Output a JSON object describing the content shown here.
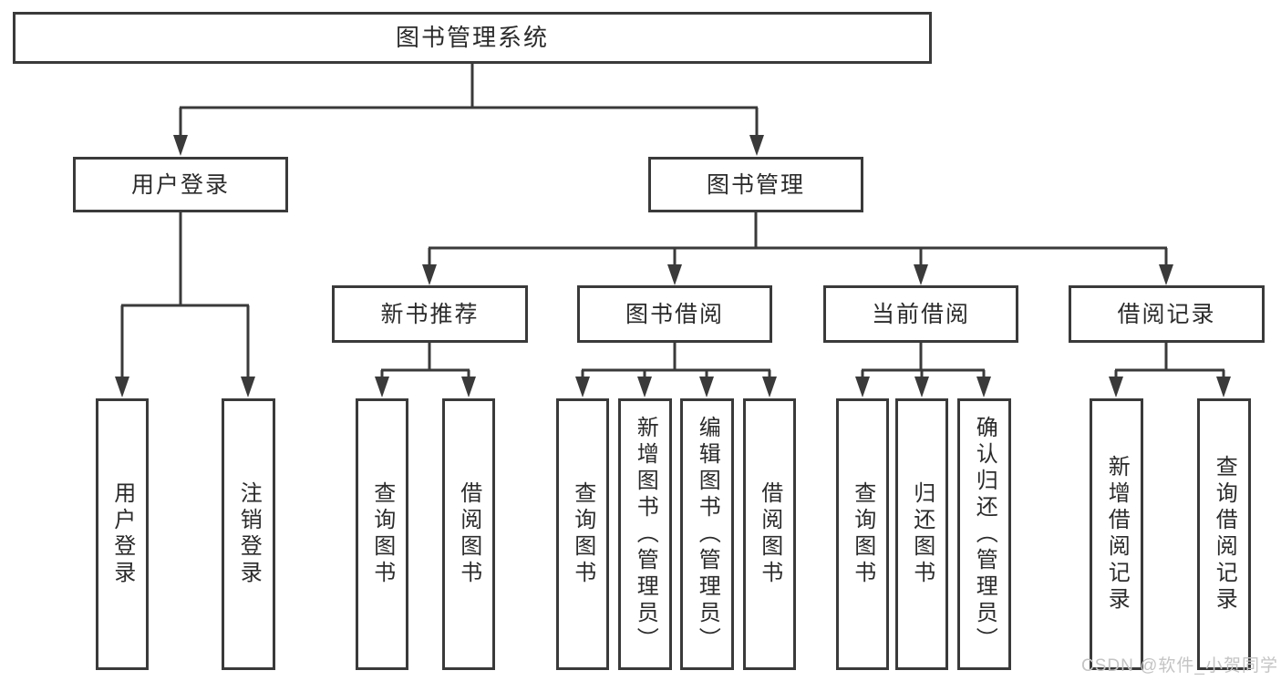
{
  "diagram": {
    "root": {
      "label": "图书管理系统"
    },
    "branches": [
      {
        "label": "用户登录",
        "children": [
          {
            "label": "用户登录"
          },
          {
            "label": "注销登录"
          }
        ]
      },
      {
        "label": "图书管理",
        "children": [
          {
            "label": "新书推荐",
            "children": [
              {
                "label": "查询图书"
              },
              {
                "label": "借阅图书"
              }
            ]
          },
          {
            "label": "图书借阅",
            "children": [
              {
                "label": "查询图书"
              },
              {
                "label": "新增图书（管理员）"
              },
              {
                "label": "编辑图书（管理员）"
              },
              {
                "label": "借阅图书"
              }
            ]
          },
          {
            "label": "当前借阅",
            "children": [
              {
                "label": "查询图书"
              },
              {
                "label": "归还图书"
              },
              {
                "label": "确认归还（管理员）"
              }
            ]
          },
          {
            "label": "借阅记录",
            "children": [
              {
                "label": "新增借阅记录"
              },
              {
                "label": "查询借阅记录"
              }
            ]
          }
        ]
      }
    ]
  },
  "watermark": {
    "text": "CSDN @软件_小贺同学"
  },
  "colors": {
    "line": "#3a3a3a",
    "box_border": "#3a3a3a",
    "text": "#2b2b2b",
    "watermark": "#c4c4c4",
    "background": "#ffffff"
  }
}
